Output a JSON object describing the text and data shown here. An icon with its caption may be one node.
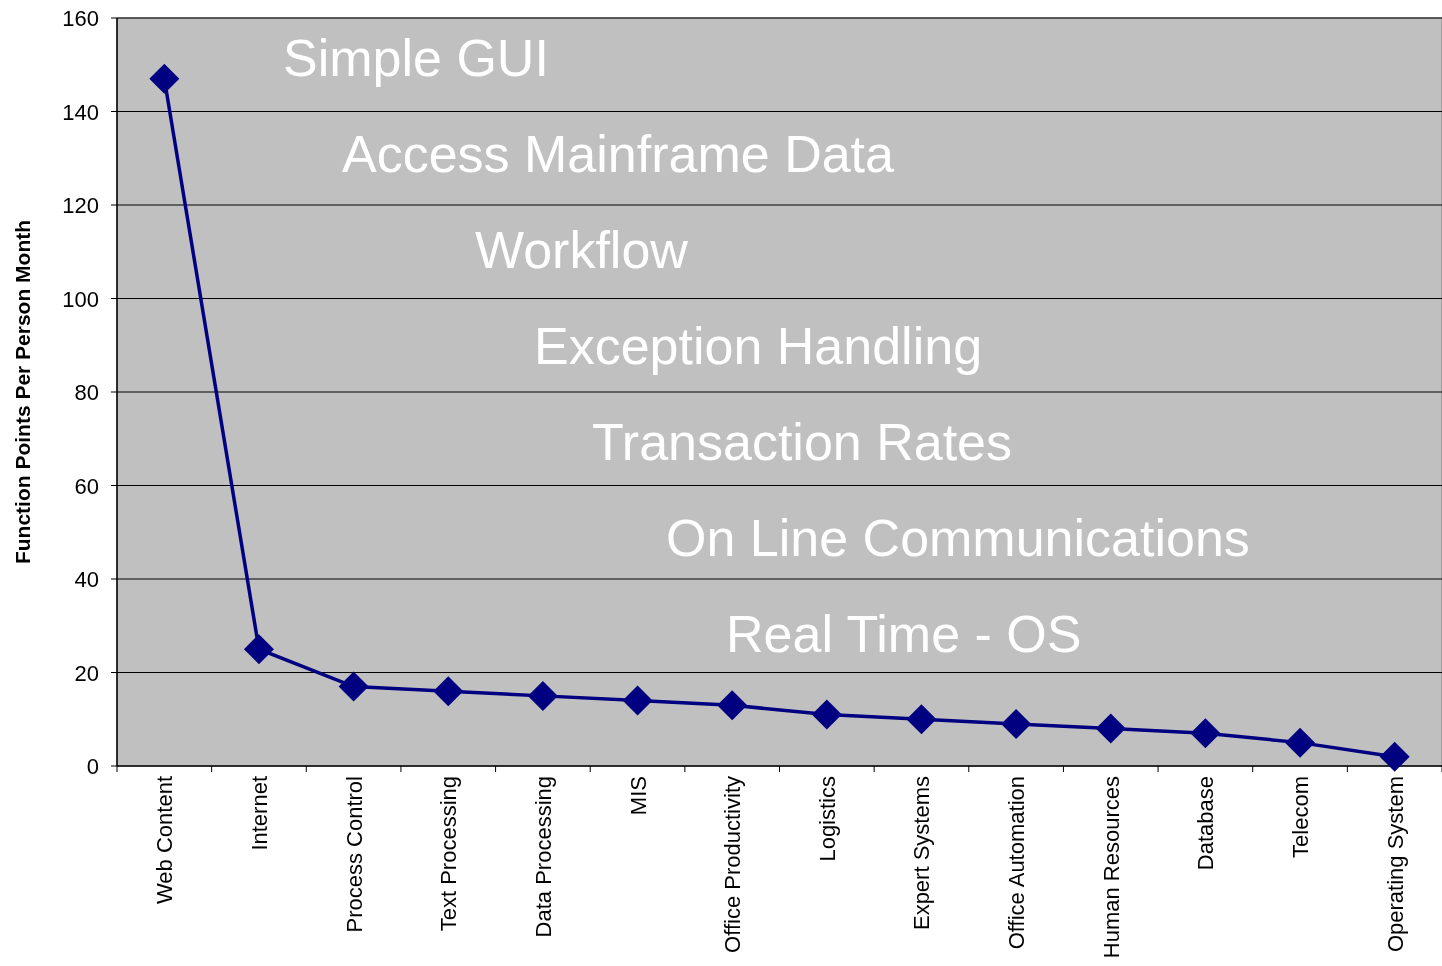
{
  "diagram": {
    "chart_data": {
      "type": "line",
      "ylabel": "Function Points Per Person Month",
      "categories": [
        "Web Content",
        "Internet",
        "Process Control",
        "Text Processing",
        "Data Processing",
        "MIS",
        "Office Productivity",
        "Logistics",
        "Expert Systems",
        "Office Automation",
        "Human Resources",
        "Database",
        "Telecom",
        "Operating System"
      ],
      "grid": true,
      "series": [
        {
          "color": "#000080",
          "marker": "diamond",
          "values": [
            147,
            25,
            17,
            16,
            15,
            14,
            13,
            11,
            10,
            9,
            8,
            7,
            5,
            2
          ]
        }
      ],
      "ylim": [
        0,
        160
      ],
      "yticks": [
        0,
        20,
        40,
        60,
        80,
        100,
        120,
        140,
        160
      ],
      "annotations": [
        "Simple GUI",
        "Access Mainframe Data",
        "Workflow",
        "Exception Handling",
        "Transaction Rates",
        "On Line Communications",
        "Real Time - OS"
      ]
    }
  }
}
